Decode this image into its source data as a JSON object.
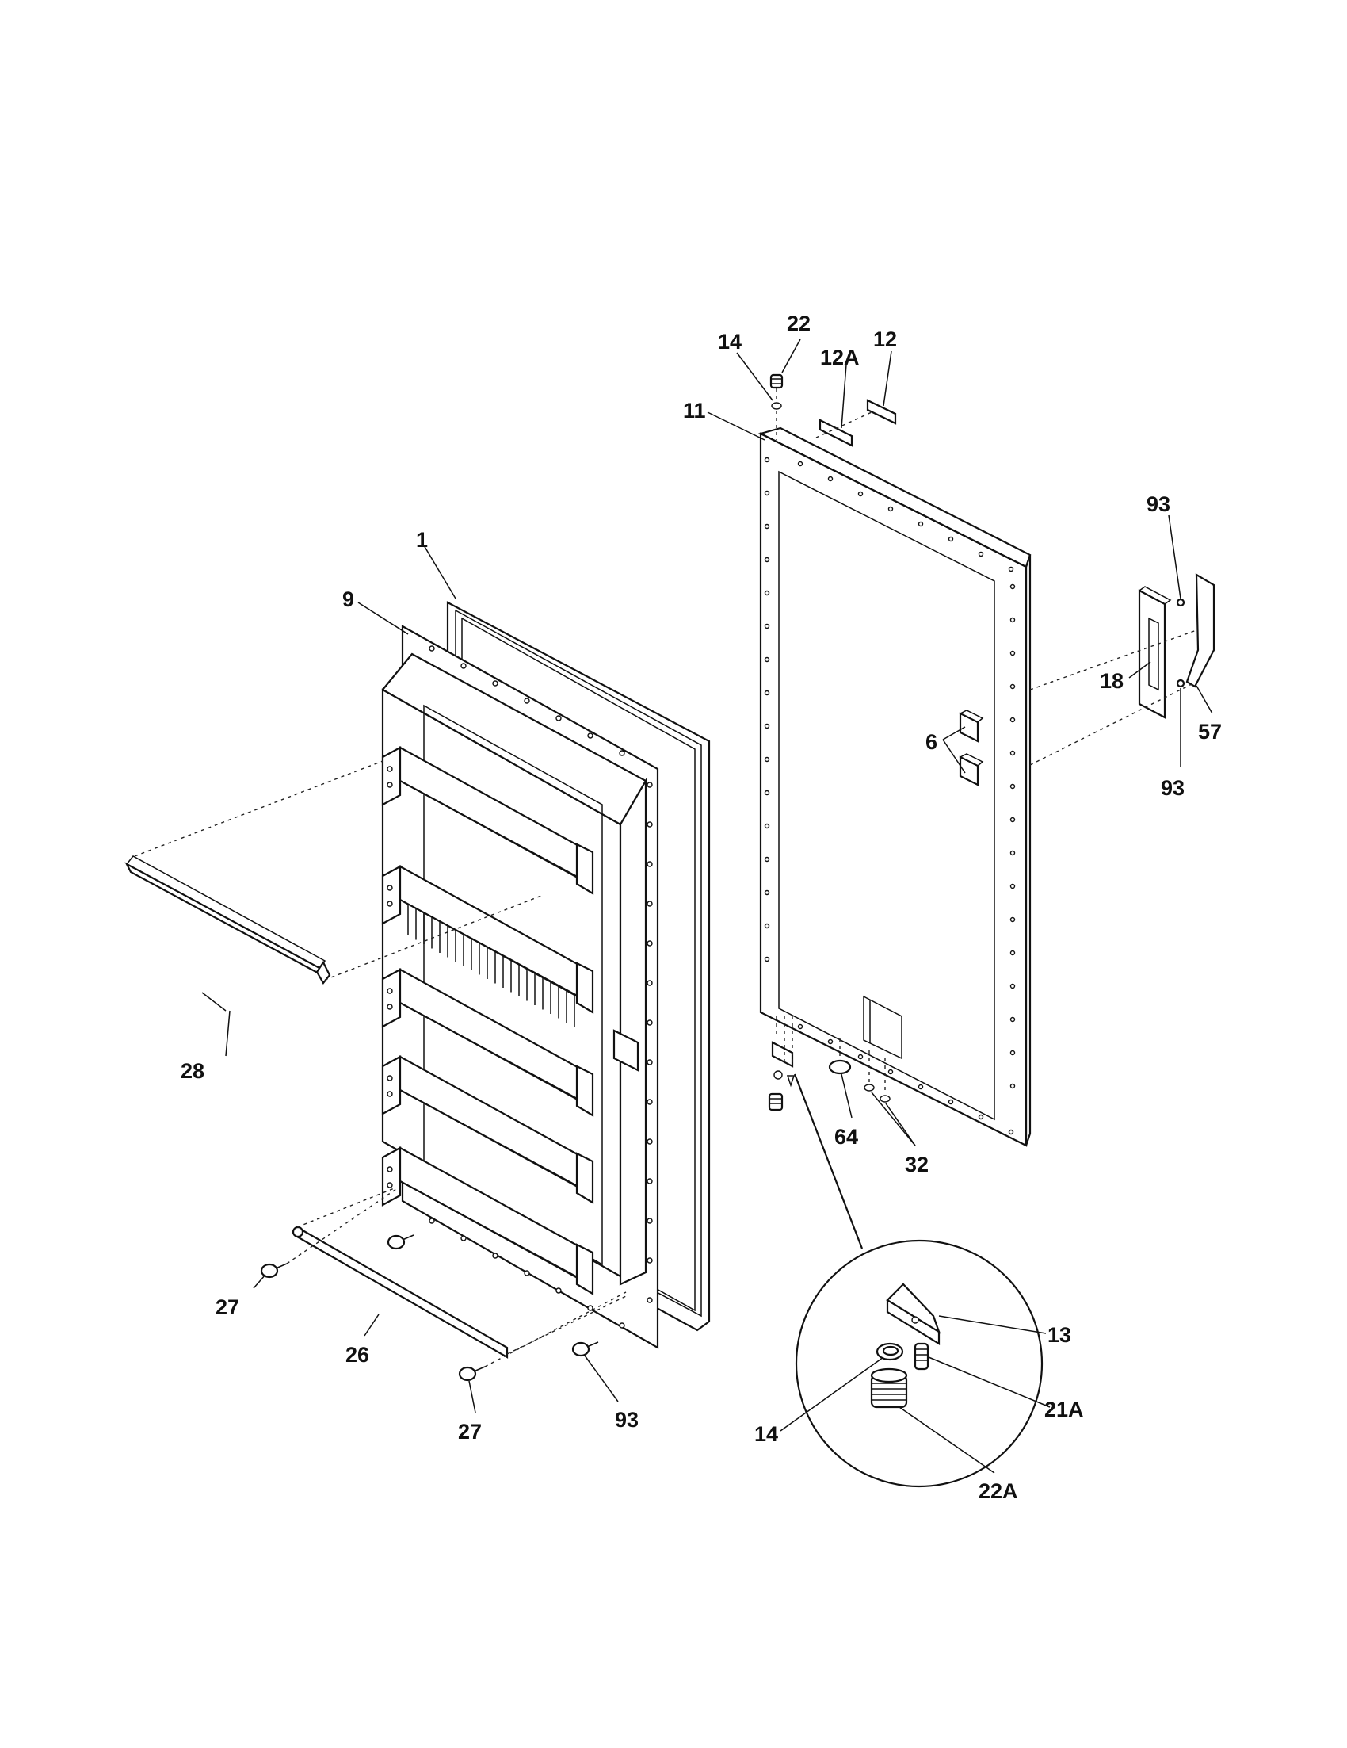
{
  "callouts": {
    "c1": "1",
    "c9": "9",
    "c11": "11",
    "c14_top": "14",
    "c22": "22",
    "c12A": "12A",
    "c12": "12",
    "c93_top": "93",
    "c18": "18",
    "c6": "6",
    "c57": "57",
    "c93_mid": "93",
    "c28": "28",
    "c64": "64",
    "c32": "32",
    "c27_left": "27",
    "c26": "26",
    "c27_bottom": "27",
    "c93_bottom": "93",
    "c13": "13",
    "c21A": "21A",
    "c14_detail": "14",
    "c22A": "22A"
  }
}
